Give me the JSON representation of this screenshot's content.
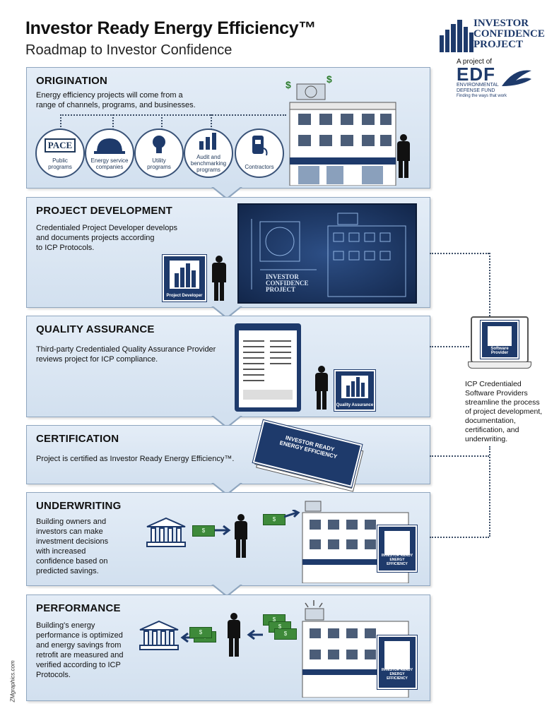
{
  "header": {
    "title": "Investor Ready Energy Efficiency™",
    "subtitle": "Roadmap to Investor Confidence"
  },
  "logos": {
    "icp": [
      "INVESTOR",
      "CONFIDENCE",
      "PROJECT"
    ],
    "edf_prefix": "A project of",
    "edf_name": "EDF",
    "edf_full": "ENVIRONMENTAL DEFENSE FUND",
    "edf_tagline": "Finding the ways that work"
  },
  "sections": [
    {
      "heading": "ORIGINATION",
      "text": [
        "Energy efficiency projects will come from a",
        "range of channels, programs, and businesses."
      ]
    },
    {
      "heading": "PROJECT DEVELOPMENT",
      "text": [
        "Credentialed Project Developer develops",
        "and documents projects according",
        "to ICP Protocols."
      ]
    },
    {
      "heading": "QUALITY ASSURANCE",
      "text": [
        "Third-party Credentialed Quality Assurance Provider",
        "reviews project for ICP compliance."
      ]
    },
    {
      "heading": "CERTIFICATION",
      "text": [
        "Project is certified as Investor Ready Energy Efficiency™."
      ]
    },
    {
      "heading": "UNDERWRITING",
      "text": [
        "Building owners and",
        "investors can make",
        "investment decisions",
        "with increased",
        "confidence based on",
        "predicted savings."
      ]
    },
    {
      "heading": "PERFORMANCE",
      "text": [
        "Building's energy",
        "performance is optimized",
        "and energy savings from",
        "retrofit are measured and",
        "verified according to ICP",
        "Protocols."
      ]
    }
  ],
  "channels": [
    {
      "icon": "PACE",
      "label": [
        "Public",
        "programs"
      ]
    },
    {
      "icon": "",
      "label": [
        "Energy service",
        "companies"
      ]
    },
    {
      "icon": "",
      "label": [
        "Utility",
        "programs"
      ]
    },
    {
      "icon": "",
      "label": [
        "Audit and",
        "benchmarking",
        "programs"
      ]
    },
    {
      "icon": "",
      "label": [
        "Contractors"
      ]
    }
  ],
  "badges": {
    "developer": "Project Developer",
    "qa": "Quality Assurance",
    "software": "Software Provider",
    "certified": [
      "INVESTOR READY",
      "ENERGY EFFICIENCY"
    ],
    "blueprint_logo": [
      "INVESTOR",
      "CONFIDENCE",
      "PROJECT"
    ]
  },
  "side_note": [
    "ICP Credentialed",
    "Software Providers",
    "streamline the process",
    "of project development,",
    "documentation,",
    "certification, and",
    "underwriting."
  ],
  "credit": "ZMgraphics.com",
  "colors": {
    "navy": "#1e3a6b",
    "panel": "#dbe6f2",
    "money": "#3e8a3a"
  }
}
